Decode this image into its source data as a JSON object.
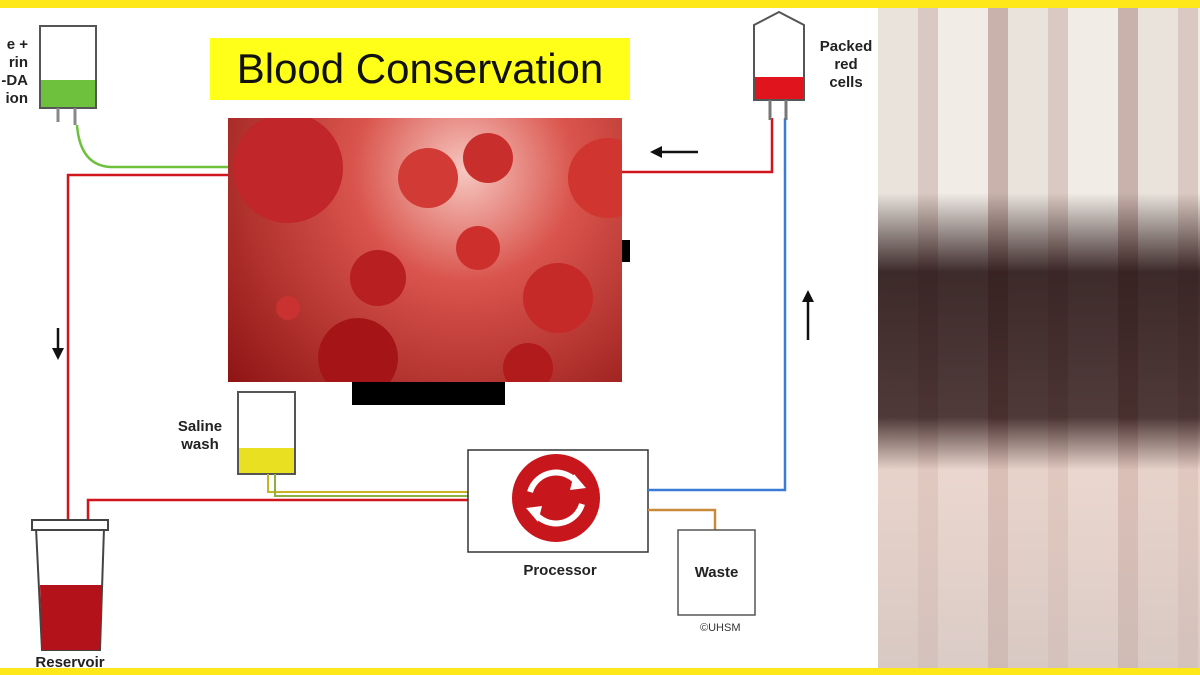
{
  "title": "Blood Conservation",
  "labels": {
    "anticoag": [
      "e +",
      "rin",
      "-DA",
      "ion"
    ],
    "packed": [
      "Packed",
      "red",
      "cells"
    ],
    "saline": [
      "Saline",
      "wash"
    ],
    "processor": "Processor",
    "waste": "Waste",
    "reservoir": "Reservoir",
    "credit": "©UHSM"
  },
  "colors": {
    "frame": "#ffe81a",
    "blood": "#d0151d",
    "saline": "#e8e020",
    "anticoag": "#6ec13c",
    "return": "#3a7bd5",
    "waste": "#c98a3a"
  }
}
